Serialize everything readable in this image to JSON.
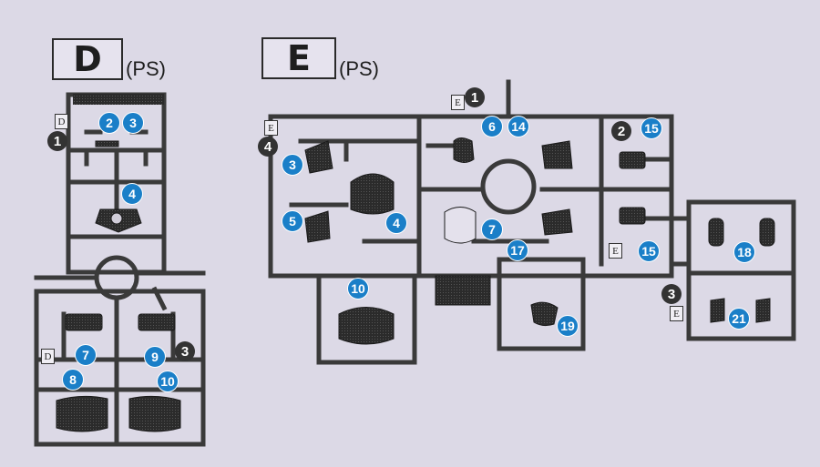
{
  "sheets": {
    "D": {
      "letter": "D",
      "material": "(PS)"
    },
    "E": {
      "letter": "E",
      "material": "(PS)"
    }
  },
  "gate_tags": {
    "d1": {
      "letter": "D",
      "number": "1"
    },
    "d3": {
      "letter": "D",
      "number": "3"
    },
    "e1": {
      "letter": "E",
      "number": "1"
    },
    "e2": {
      "letter": "E",
      "number": "2"
    },
    "e3": {
      "letter": "E",
      "number": "3"
    },
    "e4": {
      "letter": "E",
      "number": "4"
    }
  },
  "parts": {
    "D": [
      "2",
      "3",
      "4",
      "7",
      "8",
      "9",
      "10"
    ],
    "E": [
      "3",
      "4",
      "5",
      "6",
      "7",
      "10",
      "14",
      "15",
      "15",
      "17",
      "18",
      "19",
      "21"
    ]
  },
  "colors": {
    "runner": "#3a3a3a",
    "part": "#2a2a2a",
    "callout": "#1a7fc8",
    "background": "#dcd9e6"
  }
}
